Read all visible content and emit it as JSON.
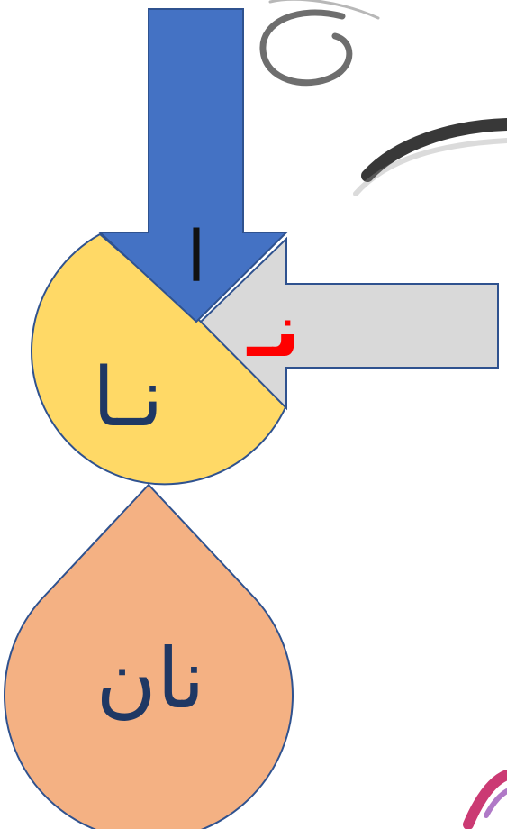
{
  "diagram": {
    "down_arrow": {
      "letter": "ا",
      "fill": "#4472C4",
      "stroke": "#2F528F"
    },
    "left_arrow": {
      "letter": "نـ",
      "fill": "#D9D9D9",
      "stroke": "#2F528F",
      "letter_color": "#FF0000"
    },
    "circle": {
      "syllable": "نـا",
      "fill": "#FFD966",
      "stroke": "#2F528F",
      "text_color": "#1F3864"
    },
    "drop": {
      "word": "نان",
      "fill": "#F4B183",
      "stroke": "#2F528F",
      "text_color": "#1F3864"
    }
  }
}
